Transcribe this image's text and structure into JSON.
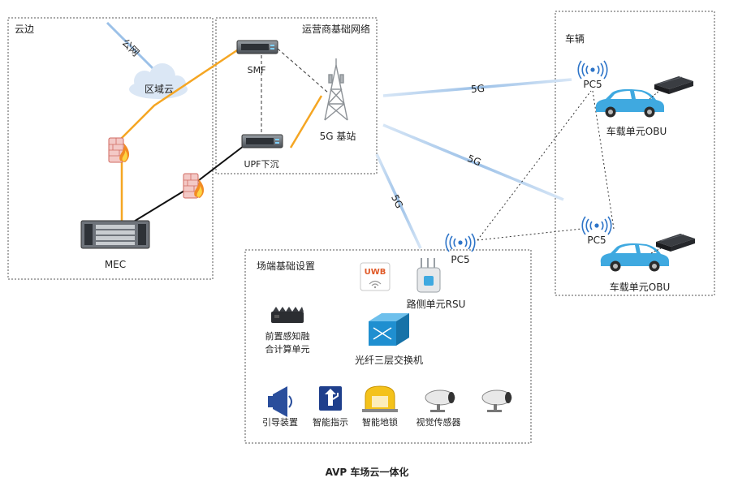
{
  "zones": {
    "cloud_edge": "云边",
    "operator_network": "运营商基础网络",
    "vehicle": "车辆",
    "field_infra": "场端基础设置"
  },
  "labels": {
    "public_net": "公网",
    "regional_cloud": "区域云",
    "smf": "SMF",
    "upf": "UPF下沉",
    "base_station": "5G 基站",
    "mec": "MEC",
    "fiveg": "5G",
    "pc5": "PC5",
    "obu": "车载单元OBU",
    "rsu": "路侧单元RSU",
    "uwb": "UWB",
    "front_sensing_1": "前置感知融",
    "front_sensing_2": "合计算单元",
    "fiber_switch": "光纤三层交换机",
    "guidance": "引导装置",
    "smart_sign": "智能指示",
    "smart_lock": "智能地锁",
    "visual_sensor": "视觉传感器"
  },
  "caption": "AVP 车场云一体化",
  "colors": {
    "orange_link": "#f5a623",
    "black_link": "#111111",
    "wireless": "#a8c8ec",
    "car": "#3fa9e0",
    "signal": "#2d74c8",
    "switch": "#1f8fd0",
    "zone_border": "#555555"
  },
  "icons": [
    "cloud-icon",
    "server-icon",
    "tower-icon",
    "firewall-icon",
    "car-icon",
    "obu-device-icon",
    "signal-icon",
    "uwb-icon",
    "rsu-icon",
    "switch-icon",
    "compute-unit-icon",
    "megaphone-icon",
    "sign-icon",
    "parking-lock-icon",
    "camera-icon"
  ]
}
